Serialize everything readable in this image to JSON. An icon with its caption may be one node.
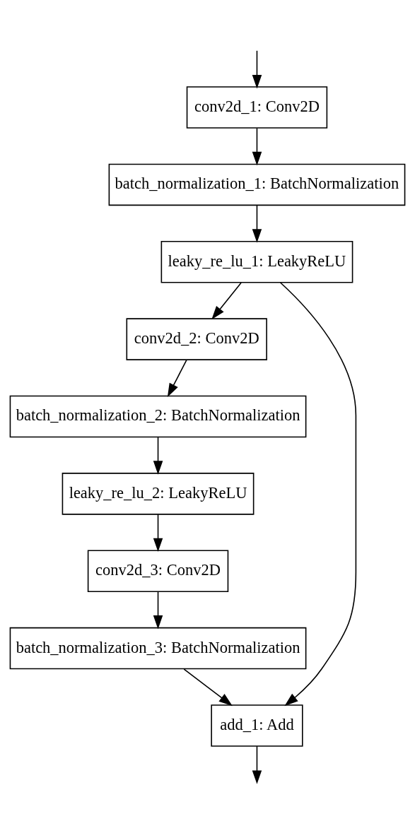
{
  "diagram": {
    "nodes": [
      {
        "text": [
          "conv2d_1: Conv2D"
        ]
      },
      {
        "text": [
          "batch_normalization_1: BatchNormalization"
        ]
      },
      {
        "text": [
          "leaky_re_lu_1: LeakyReLU"
        ]
      },
      {
        "text": [
          "conv2d_2: Conv2D"
        ]
      },
      {
        "text": [
          "batch_normalization_2: BatchNormalization"
        ]
      },
      {
        "text": [
          "leaky_re_lu_2: LeakyReLU"
        ]
      },
      {
        "text": [
          "conv2d_3: Conv2D"
        ]
      },
      {
        "text": [
          "batch_normalization_3: BatchNormalization"
        ]
      },
      {
        "text": [
          "add_1: Add"
        ]
      }
    ],
    "edges": [
      {
        "from": null,
        "to": 0,
        "arrow": "to"
      },
      {
        "from": 0,
        "to": 1,
        "arrow": "to"
      },
      {
        "from": 1,
        "to": 2,
        "arrow": "to"
      },
      {
        "from": 2,
        "to": 3,
        "arrow": "to"
      },
      {
        "from": 3,
        "to": 4,
        "arrow": "to"
      },
      {
        "from": 4,
        "to": 5,
        "arrow": "to"
      },
      {
        "from": 5,
        "to": 6,
        "arrow": "to"
      },
      {
        "from": 6,
        "to": 7,
        "arrow": "to"
      },
      {
        "from": 7,
        "to": 8,
        "arrow": "to"
      },
      {
        "from": 2,
        "to": 8,
        "arrow": "to"
      },
      {
        "from": 8,
        "to": null,
        "arrow": "to"
      }
    ]
  }
}
